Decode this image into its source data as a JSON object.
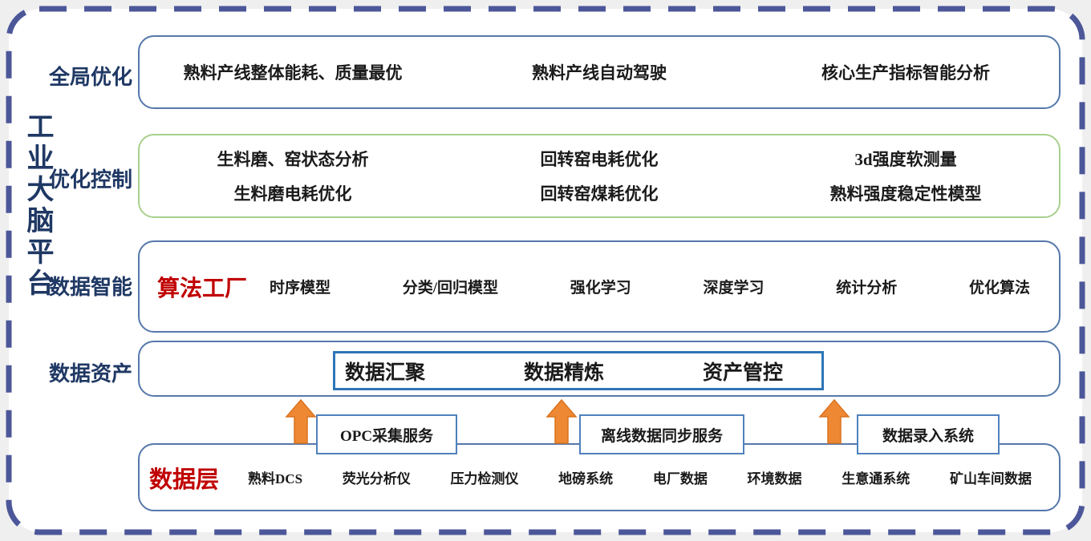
{
  "title": {
    "text": "工业大脑平台"
  },
  "sections": {
    "global": {
      "label": "全局优化",
      "items": [
        "熟料产线整体能耗、质量最优",
        "熟料产线自动驾驶",
        "核心生产指标智能分析"
      ]
    },
    "control": {
      "label": "优化控制",
      "grid": [
        [
          "生料磨、窑状态分析",
          "回转窑电耗优化",
          "3d强度软测量"
        ],
        [
          "生料磨电耗优化",
          "回转窑煤耗优化",
          "熟料强度稳定性模型"
        ]
      ]
    },
    "intelligence": {
      "label": "数据智能",
      "factory_label": "算法工厂",
      "items": [
        "时序模型",
        "分类/回归模型",
        "强化学习",
        "深度学习",
        "统计分析",
        "优化算法"
      ]
    },
    "assets": {
      "label": "数据资产",
      "items": [
        "数据汇聚",
        "数据精炼",
        "资产管控"
      ]
    }
  },
  "services": {
    "items": [
      "OPC采集服务",
      "离线数据同步服务",
      "数据录入系统"
    ]
  },
  "data_layer": {
    "label": "数据层",
    "items": [
      "熟料DCS",
      "荧光分析仪",
      "压力检测仪",
      "地磅系统",
      "电厂数据",
      "环境数据",
      "生意通系统",
      "矿山车间数据"
    ]
  },
  "colors": {
    "navy_text": "#1f3864",
    "red_accent": "#c00000",
    "arrow_orange": "#ee8833",
    "box_border_blue": "#5578ab",
    "inner_border_blue": "#2e75b6",
    "service_border_blue": "#4f81bd",
    "control_border_green": "#a8d08d",
    "dash_border": "#4c5799"
  }
}
